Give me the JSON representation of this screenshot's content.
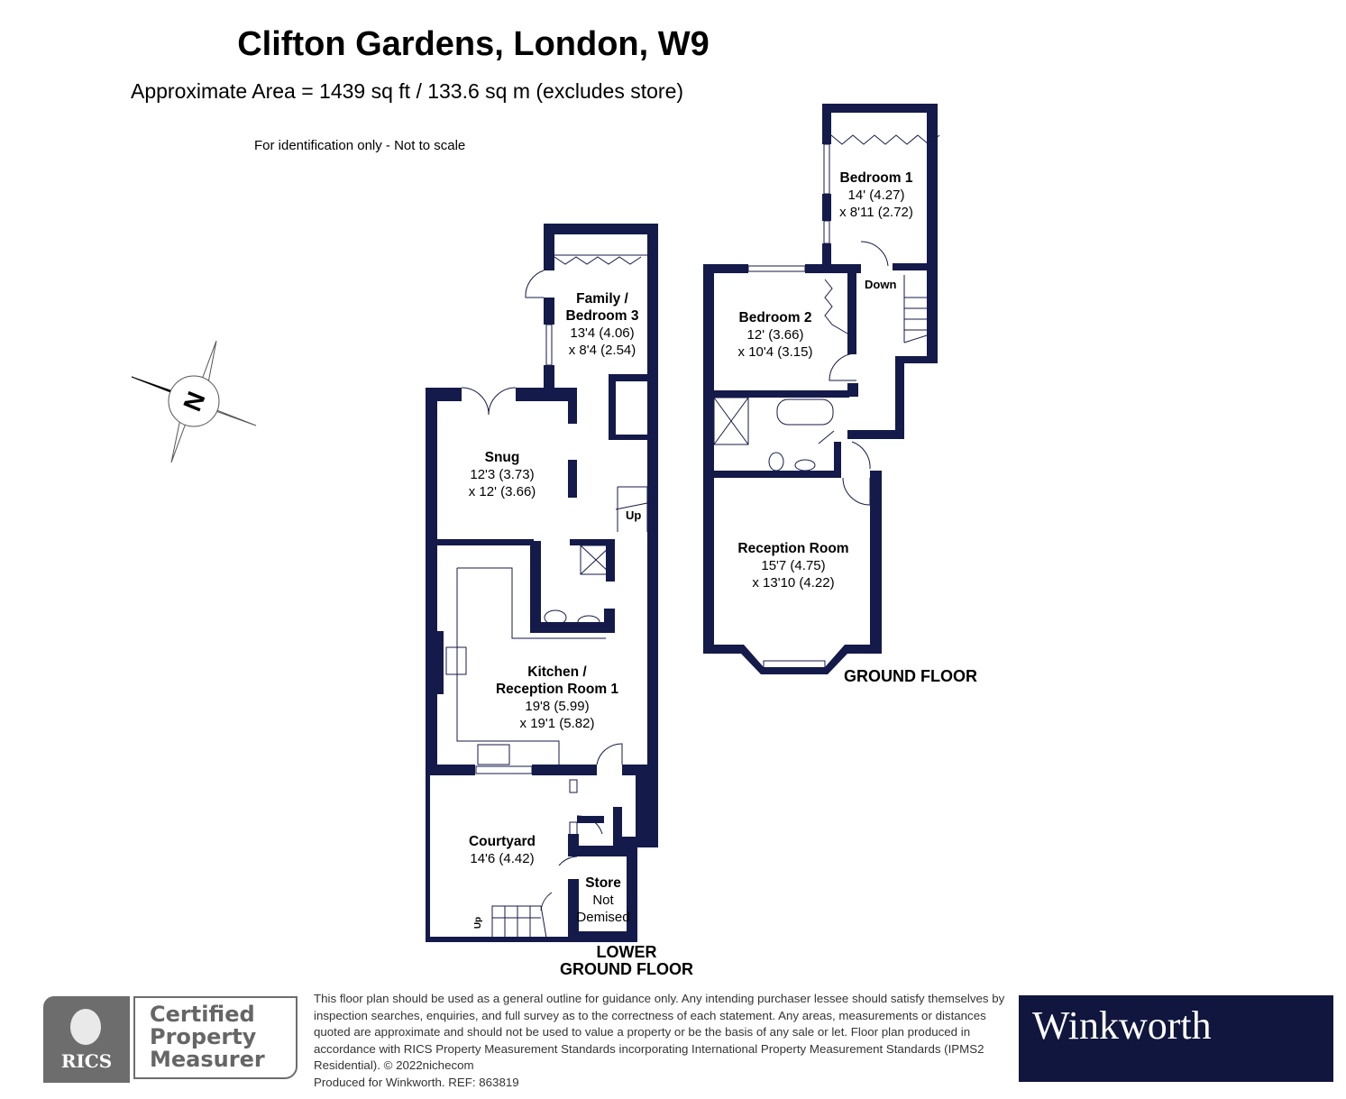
{
  "header": {
    "title": "Clifton Gardens, London, W9",
    "area": "Approximate Area = 1439 sq ft / 133.6 sq m (excludes store)",
    "note": "For identification only - Not to scale"
  },
  "compass": {
    "label": "N"
  },
  "lower_ground_floor": {
    "label_line1": "LOWER",
    "label_line2": "GROUND FLOOR",
    "rooms": [
      {
        "name": "Family /",
        "name2": "Bedroom 3",
        "dim1": "13'4 (4.06)",
        "dim2": "x 8'4 (2.54)"
      },
      {
        "name": "Snug",
        "dim1": "12'3 (3.73)",
        "dim2": "x 12' (3.66)"
      },
      {
        "name": "Kitchen /",
        "name2": "Reception Room 1",
        "dim1": "19'8 (5.99)",
        "dim2": "x 19'1 (5.82)"
      },
      {
        "name": "Courtyard",
        "dim1": "14'6 (4.42)"
      },
      {
        "name": "Store",
        "dim1": "Not",
        "dim2": "Demised"
      }
    ],
    "stair_up": "Up",
    "courtyard_stair_up": "Up"
  },
  "ground_floor": {
    "label": "GROUND FLOOR",
    "rooms": [
      {
        "name": "Bedroom 1",
        "dim1": "14' (4.27)",
        "dim2": "x 8'11 (2.72)"
      },
      {
        "name": "Bedroom 2",
        "dim1": "12' (3.66)",
        "dim2": "x 10'4 (3.15)"
      },
      {
        "name": "Reception Room",
        "dim1": "15'7 (4.75)",
        "dim2": "x 13'10 (4.22)"
      }
    ],
    "stair_down": "Down"
  },
  "footer": {
    "rics": {
      "brand": "RICS",
      "line1": "Certified",
      "line2": "Property",
      "line3": "Measurer"
    },
    "disclaimer": "This floor plan should be used as a general outline for guidance only. Any intending purchaser lessee should satisfy themselves by inspection searches, enquiries, and full survey as to the correctness of each statement. Any areas, measurements or distances quoted are approximate and should not be used to value a property or be the basis of any sale or let. Floor plan produced in accordance with RICS Property Measurement Standards incorporating International Property Measurement Standards (IPMS2 Residential). ©                 2022nichecom",
    "produced": "Produced for Winkworth.   REF: 863819",
    "agent": "Winkworth"
  },
  "colors": {
    "wall": "#141a49",
    "agent_bg": "#10163d",
    "rics_grey": "#6d6d6d"
  }
}
